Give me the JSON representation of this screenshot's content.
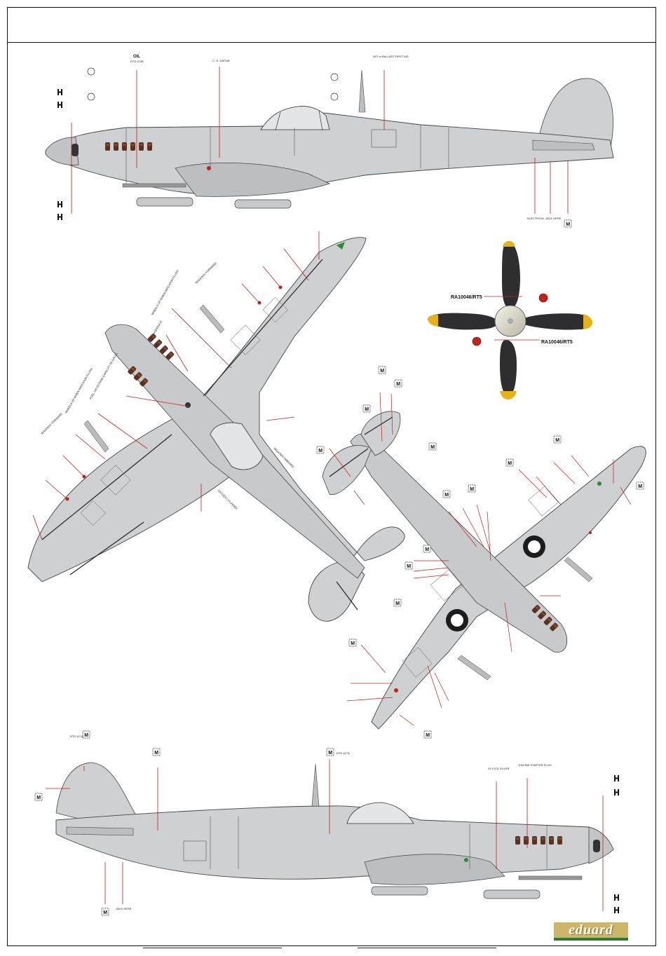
{
  "brand": {
    "logo_text": "eduard"
  },
  "top_view": {
    "callouts": {
      "oil": "OIL",
      "dtd": "DTD 472B",
      "cg": "C. G. DATUM",
      "ballast": "W/T or BALLAST FIRST AID",
      "electrical": "ELECTRICAL",
      "jack": "JACK HERE",
      "m_label": "M"
    }
  },
  "plan_view": {
    "callouts": {
      "walkway_forward_1": "WALKWAY FORWARD",
      "wheels_up_1": "WHEELS UP WHEN INDICATOR FLUSH",
      "hydraulic": "HYDRAULIC",
      "walkway_forward_2": "WALKWAY FORWARD",
      "wheels_up_2": "WHEELS UP WHEN INDICATOR FLUSH",
      "fuel": "FUEL 100 OCTANE CAPACITY 85 GALLS",
      "walkway_forward_3": "WALKWAY FORWARD",
      "walkway_inboard": "WALKWAY INBOARD",
      "oxygen": "OXYGEN CYLINDER"
    }
  },
  "propeller": {
    "code_left": "RA10046/RT5",
    "code_right": "RA10046/RT5"
  },
  "bottom_view": {
    "callouts": {
      "glycol": "GLYCOL FILLER",
      "engine_starter": "ENGINE STARTER PLUG",
      "dtd": "DTD 417A",
      "dtd_right": "DTD 417A",
      "jack": "JACK HERE",
      "m_label": "M"
    }
  }
}
